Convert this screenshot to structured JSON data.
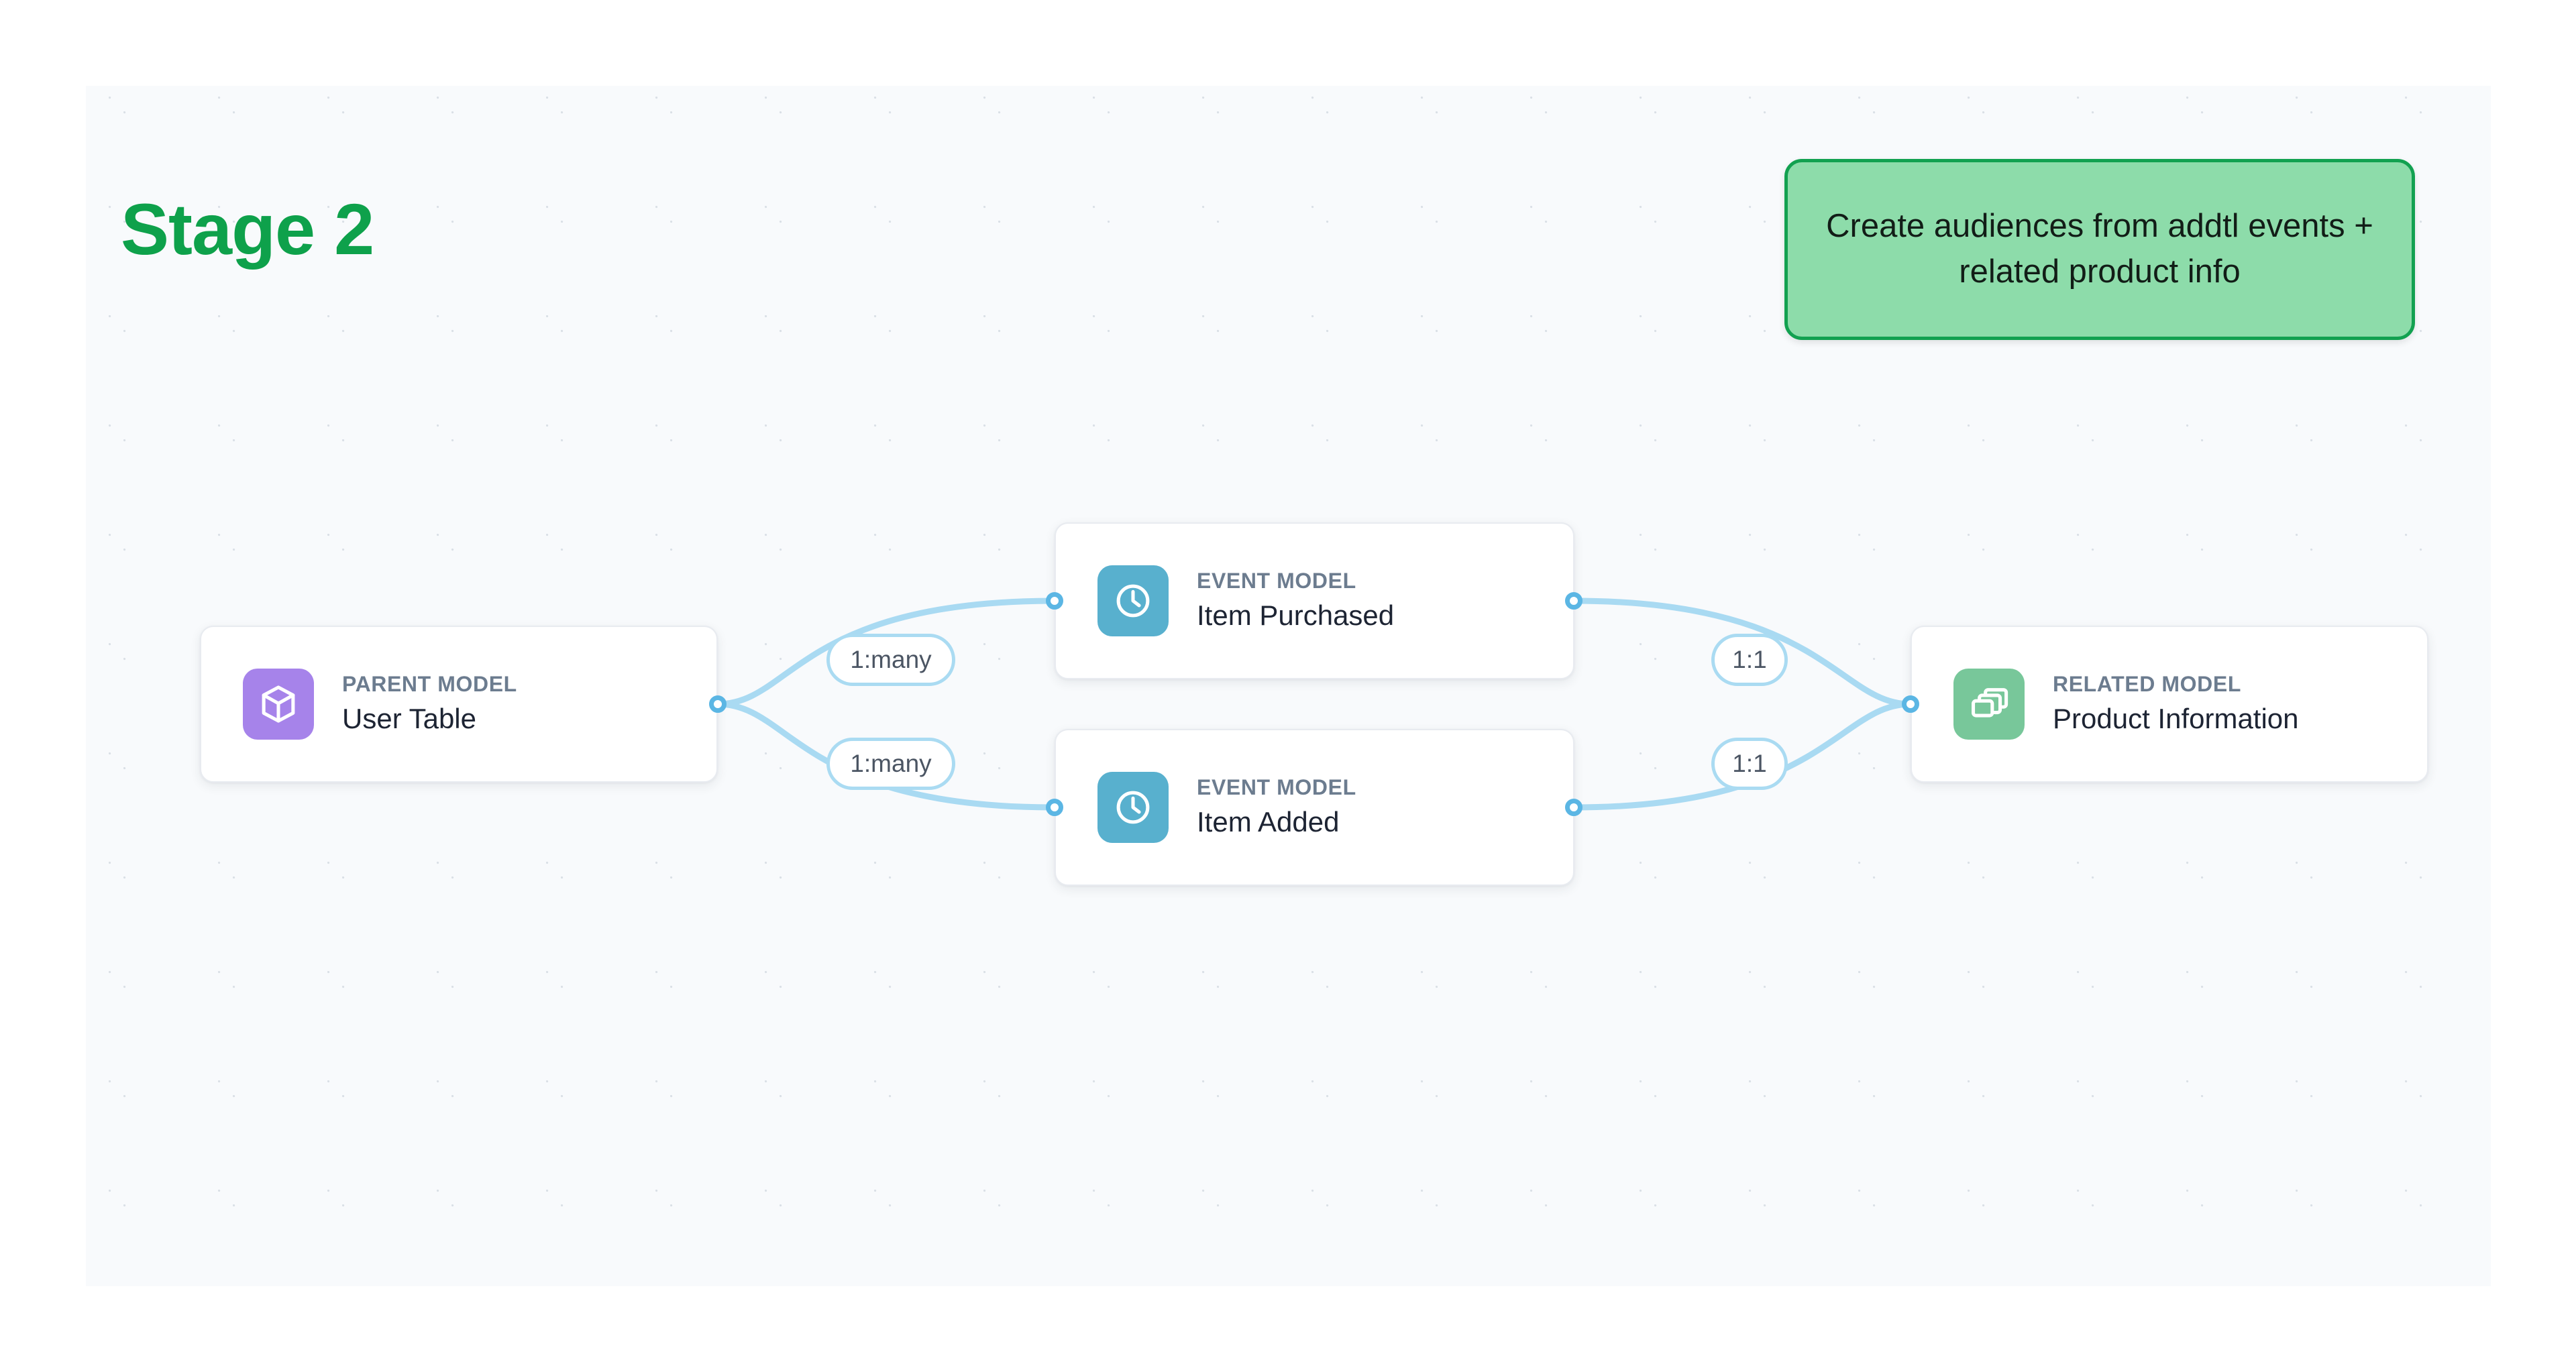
{
  "stage": {
    "title": "Stage 2"
  },
  "callout": {
    "text": "Create audiences from addtl events + related product info",
    "bg_color": "#8ddcaa",
    "border_color": "#12a150"
  },
  "theme": {
    "title_color": "#0ea14b",
    "canvas_bg": "#f8fafc",
    "edge_color": "#a9daf2",
    "port_color": "#5bb6e4",
    "parent_icon_color": "#a683ea",
    "event_icon_color": "#58b0ce",
    "related_icon_color": "#78c79a"
  },
  "nodes": [
    {
      "id": "parent",
      "eyebrow": "PARENT MODEL",
      "title": "User Table",
      "icon": "cube-icon"
    },
    {
      "id": "event-purchased",
      "eyebrow": "EVENT MODEL",
      "title": "Item Purchased",
      "icon": "clock-icon"
    },
    {
      "id": "event-added",
      "eyebrow": "EVENT MODEL",
      "title": "Item Added",
      "icon": "clock-icon"
    },
    {
      "id": "related",
      "eyebrow": "RELATED MODEL",
      "title": "Product Information",
      "icon": "layers-icon"
    }
  ],
  "relationships": [
    {
      "id": "parent-to-purchased",
      "label": "1:many"
    },
    {
      "id": "parent-to-added",
      "label": "1:many"
    },
    {
      "id": "purchased-to-related",
      "label": "1:1"
    },
    {
      "id": "added-to-related",
      "label": "1:1"
    }
  ]
}
